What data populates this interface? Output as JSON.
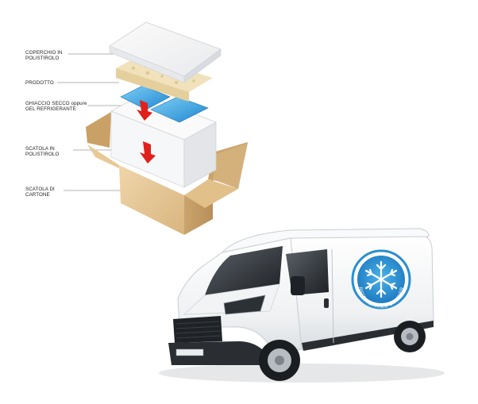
{
  "labels": {
    "lid": {
      "line1": "COPERCHIO IN",
      "line2": "POLISTIROLO"
    },
    "product": {
      "line1": "PRODOTTO"
    },
    "ice": {
      "line1": "GHIACCIO SECCO oppure",
      "line2": "GEL REFRIGERANTE"
    },
    "box": {
      "line1": "SCATOLA IN",
      "line2": "POLISTIROLO"
    },
    "carton": {
      "line1": "SCATOLA DI",
      "line2": "CARTONE"
    }
  },
  "van": {
    "logo_text": "REFRIGERATED COURIER",
    "logo_icon": "snowflake-icon"
  },
  "colors": {
    "arrow_red": "#e0201b",
    "cardboard": "#d9b98a",
    "ice_blue": "#3aa7e4",
    "logo_blue": "#2a8fd0",
    "van_body": "#f4f5f6"
  }
}
